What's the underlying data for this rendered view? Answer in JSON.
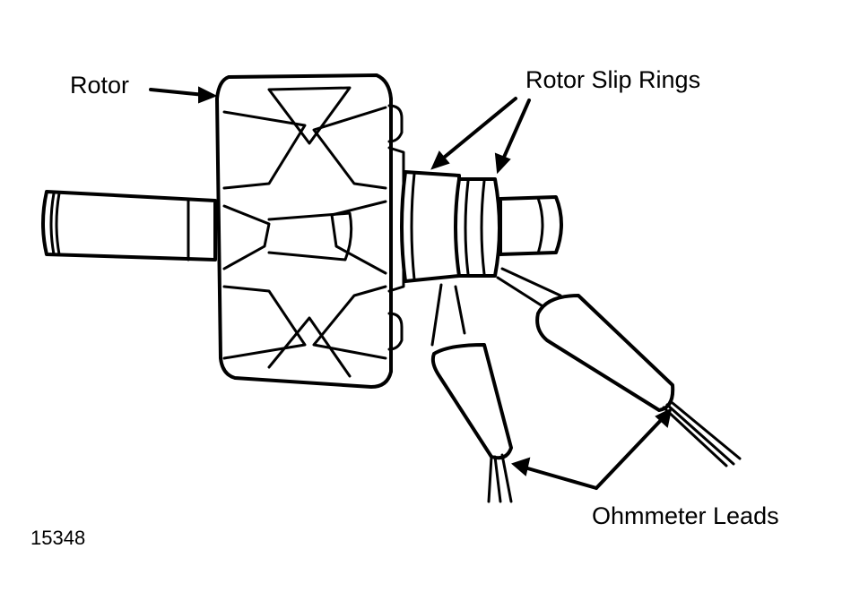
{
  "labels": {
    "rotor": "Rotor",
    "slip_rings": "Rotor Slip Rings",
    "ohmmeter_leads": "Ohmmeter Leads"
  },
  "figure_number": "15348"
}
